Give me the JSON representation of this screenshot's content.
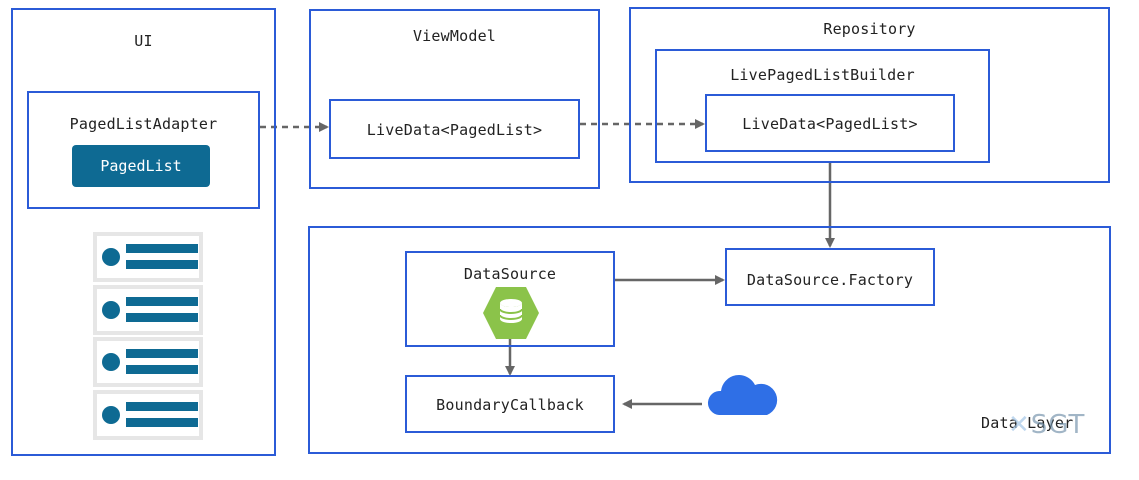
{
  "ui": {
    "title": "UI",
    "adapter_label": "PagedListAdapter",
    "pagedlist_label": "PagedList",
    "list_items": [
      "item-1",
      "item-2",
      "item-3",
      "item-4"
    ]
  },
  "viewmodel": {
    "title": "ViewModel",
    "livedata_label": "LiveData<PagedList>"
  },
  "repository": {
    "title": "Repository",
    "builder_label": "LivePagedListBuilder",
    "livedata_label": "LiveData<PagedList>"
  },
  "data_layer": {
    "title": "Data Layer",
    "datasource_label": "DataSource",
    "factory_label": "DataSource.Factory",
    "callback_label": "BoundaryCallback"
  },
  "watermark": "SGT",
  "colors": {
    "border": "#2b5bd7",
    "accent": "#0e6a93",
    "database": "#8bc34a",
    "cloud": "#2f6fe6",
    "arrow": "#666666"
  },
  "icons": [
    "database-icon",
    "cloud-icon"
  ]
}
